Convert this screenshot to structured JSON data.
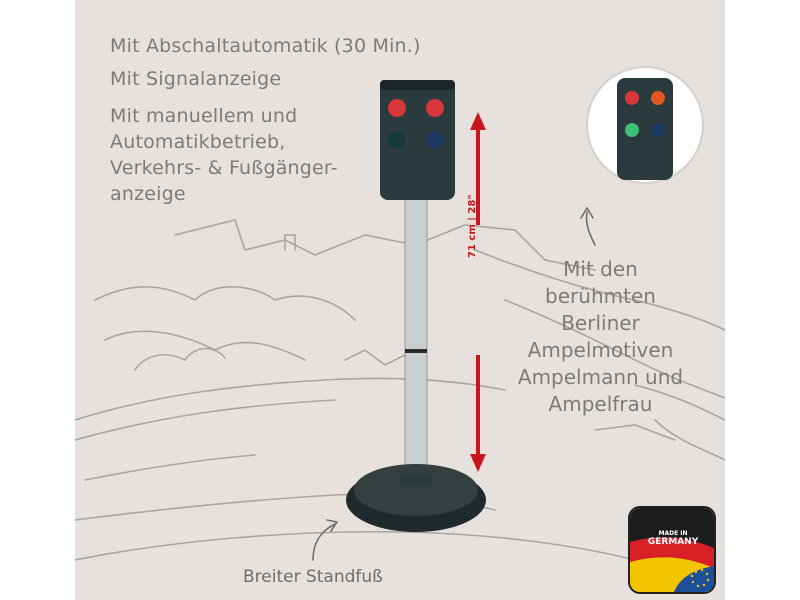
{
  "features": [
    "Mit Abschaltautomatik (30 Min.)",
    "Mit Signalanzeige",
    "Mit manuellem und",
    "Automatikbetrieb,",
    "Verkehrs- & Fußgänger-",
    "anzeige"
  ],
  "measurement": "71 cm | 28\"",
  "callout_lines": [
    "Mit den",
    "berühmten",
    "Berliner",
    "Ampelmotiven",
    "Ampelmann und",
    "Ampelfrau"
  ],
  "base_label": "Breiter Standfuß",
  "badge": {
    "line1": "MADE IN",
    "line2": "GERMANY"
  },
  "colors": {
    "background": "#e6e1dc",
    "text": "#7d7b79",
    "arrow": "#c8161d",
    "housing": "#2b3a3c",
    "pole": "#c9cfd0",
    "flag_black": "#1c1c1c",
    "flag_red": "#d81f26",
    "flag_gold": "#f5c400",
    "eu_blue": "#1d4e9a"
  }
}
